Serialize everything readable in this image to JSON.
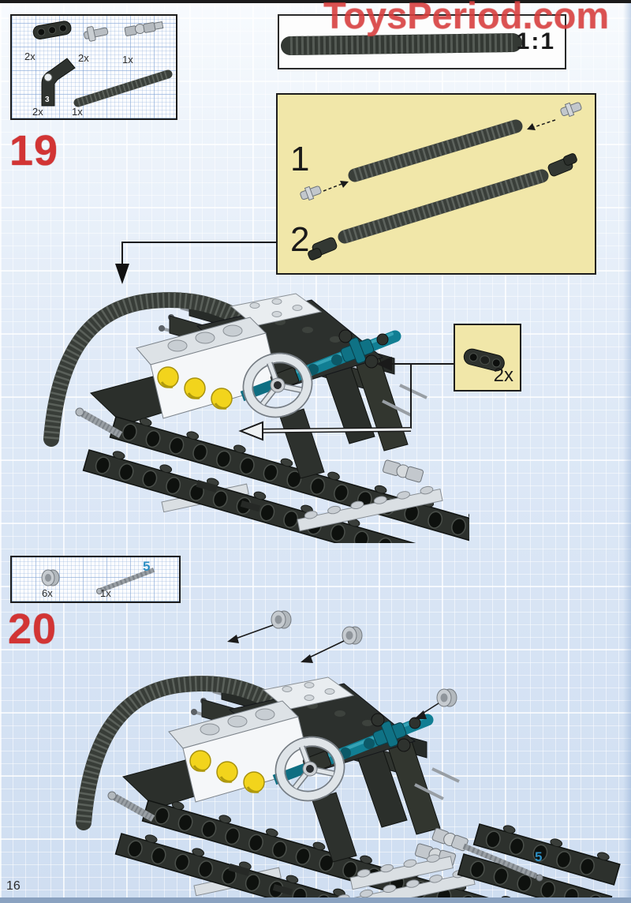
{
  "watermark": {
    "text": "ToysPeriod.com"
  },
  "page": {
    "number": "16"
  },
  "scale_box": {
    "label": "1:1",
    "icon": "ribbed-hose-actual-size-icon"
  },
  "colors": {
    "accent_red": "#d23434",
    "teal_axle": "#117e93",
    "cream_box": "#f1e7a9",
    "watermark_red": "#e04848",
    "callout_blue": "#2e8fc4",
    "piston_yellow": "#f2d41c"
  },
  "step19": {
    "number": "19",
    "parts": [
      {
        "icon": "flat-liftarm-icon",
        "count": "2x"
      },
      {
        "icon": "axle-connector-icon",
        "count": "2x"
      },
      {
        "icon": "universal-joint-icon",
        "count": "1x"
      },
      {
        "icon": "angled-liftarm-icon",
        "count": "2x",
        "printed_label": "3"
      },
      {
        "icon": "ribbed-hose-icon",
        "count": "1x"
      }
    ],
    "inset": {
      "substeps": [
        {
          "label": "1",
          "icon": "hose-with-axle-pins-icon"
        },
        {
          "label": "2",
          "icon": "assembled-hose-icon"
        }
      ]
    },
    "callout": {
      "count": "2x",
      "icon": "flat-liftarm-icon"
    }
  },
  "step20": {
    "number": "20",
    "parts": [
      {
        "icon": "bush-icon",
        "count": "6x"
      },
      {
        "icon": "axle-icon",
        "count": "1x",
        "length_label": "5"
      }
    ],
    "assembly_label": "5"
  }
}
